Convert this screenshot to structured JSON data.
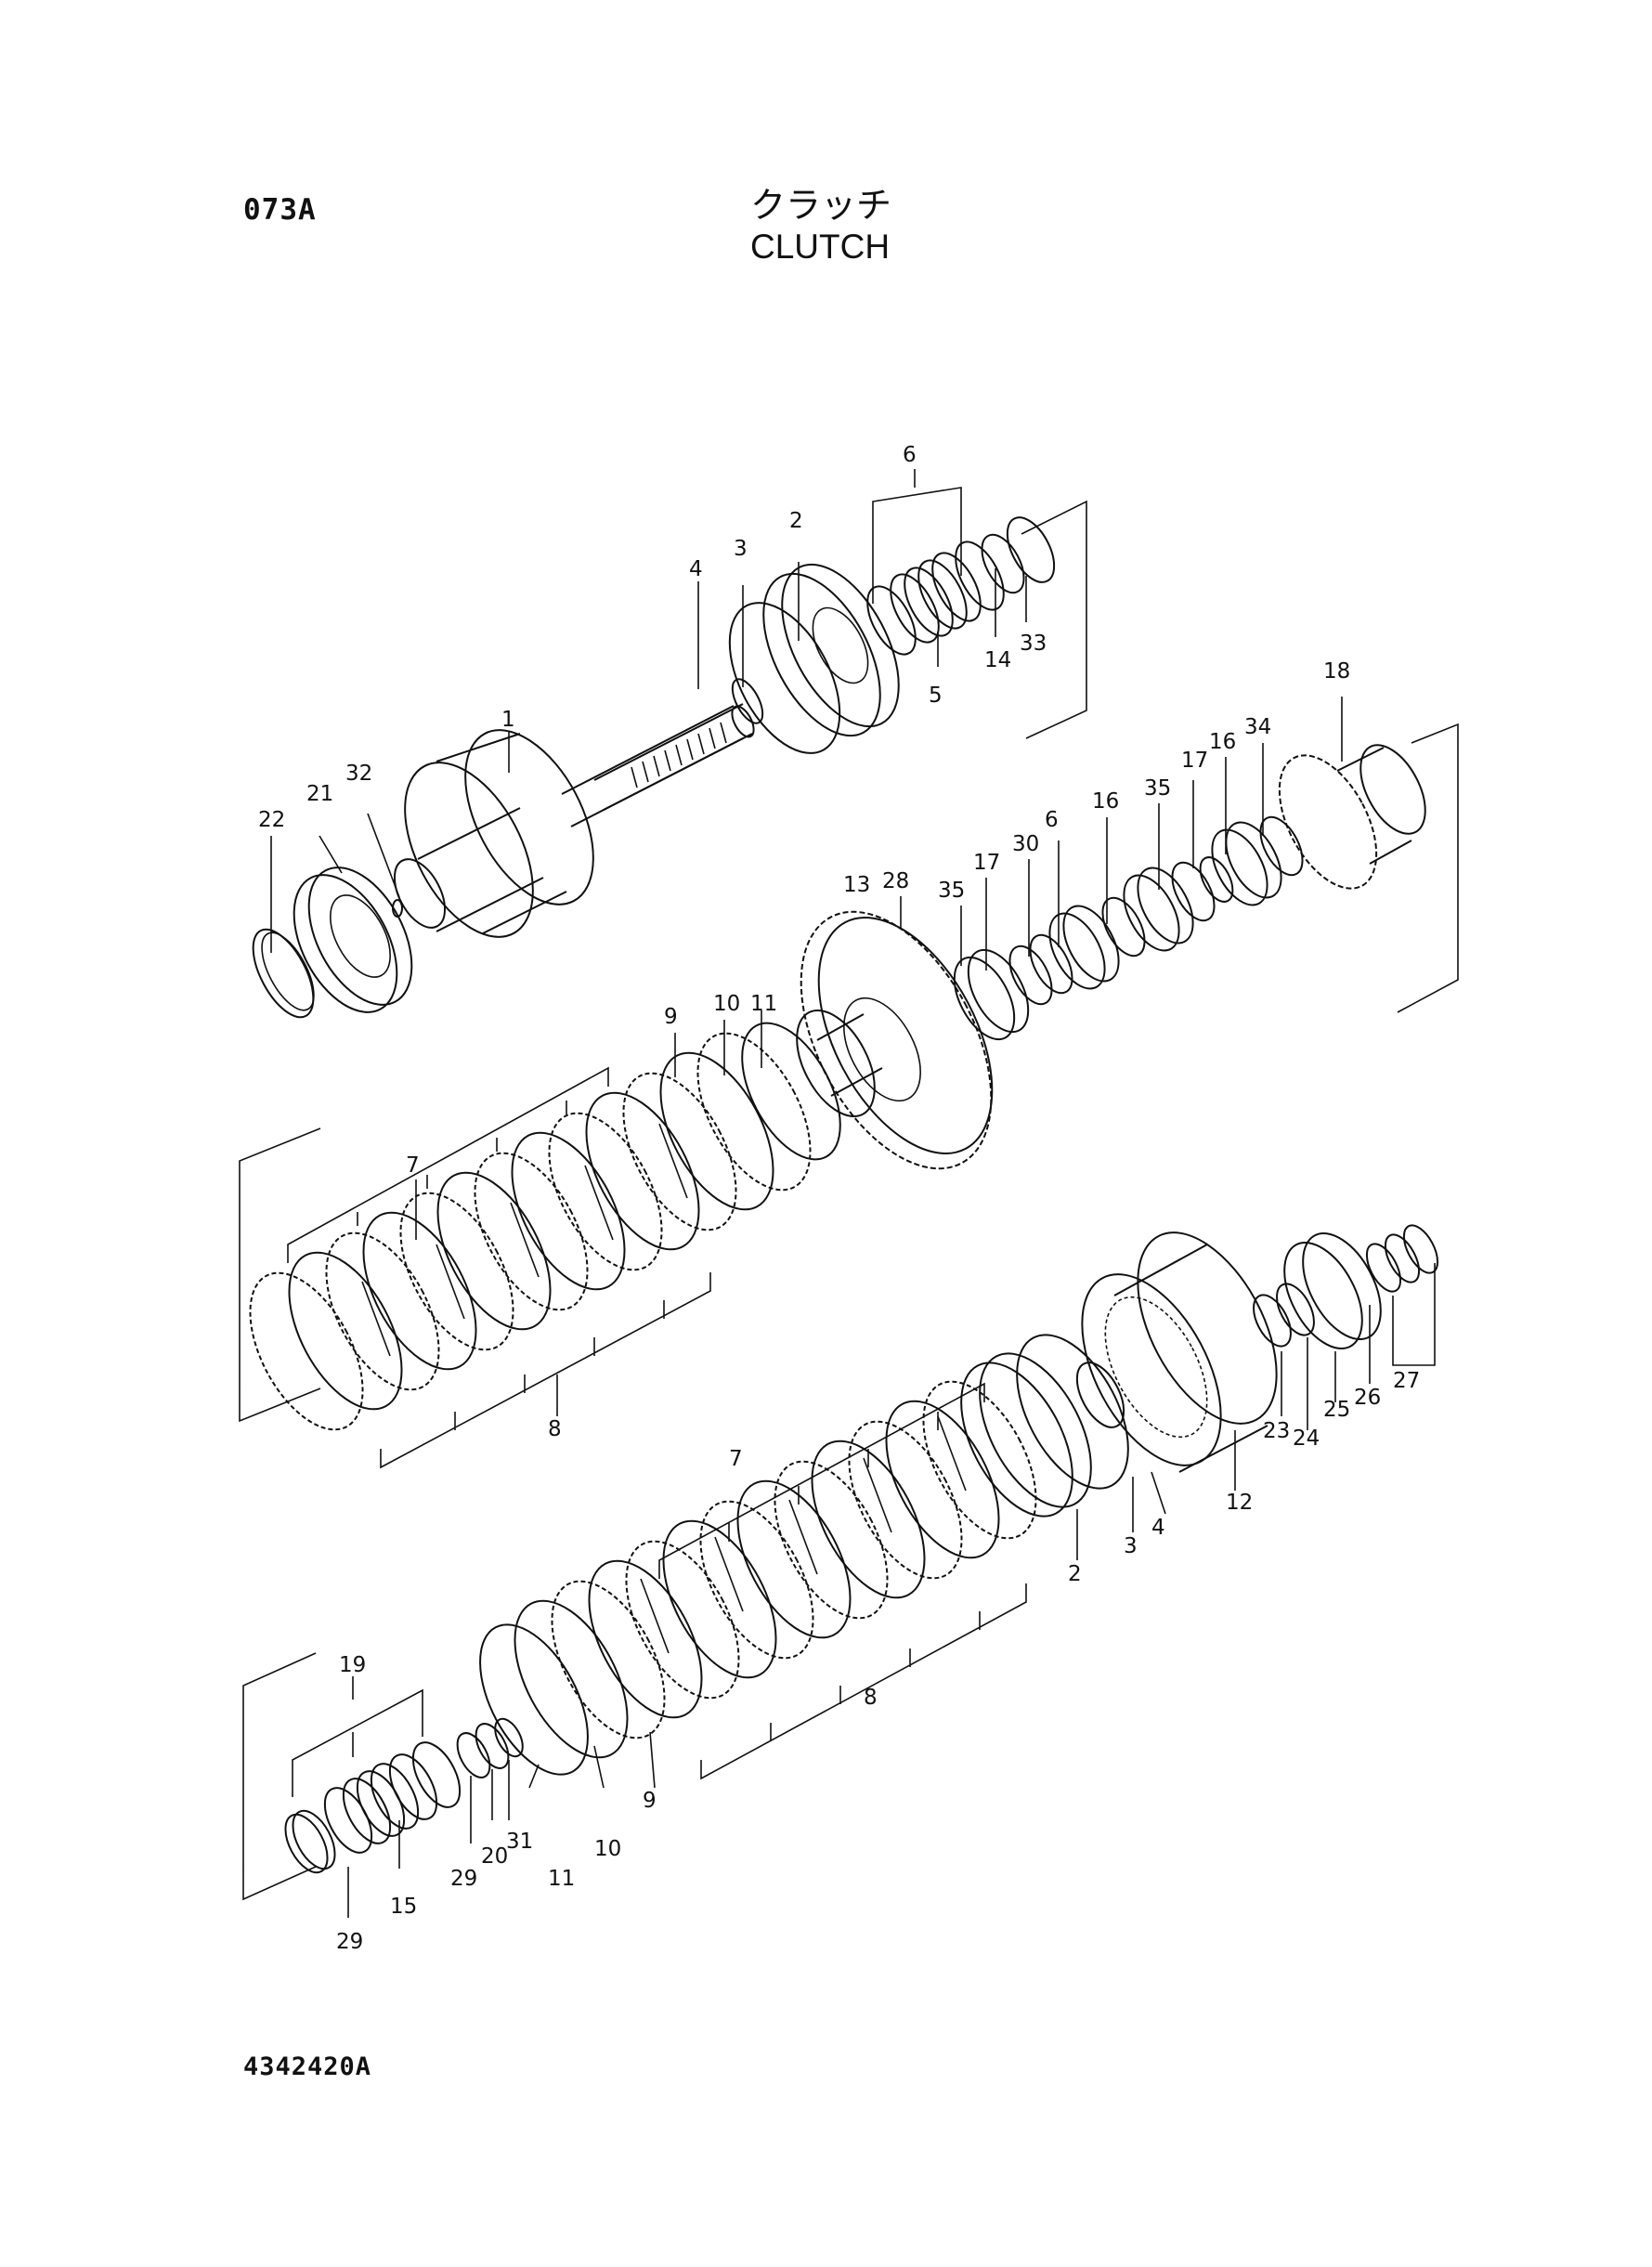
{
  "header": {
    "figure_code": "073A",
    "title_jp": "クラッチ",
    "title_en": "CLUTCH"
  },
  "footer": {
    "drawing_number": "4342420A"
  },
  "callouts": {
    "a": [
      {
        "id": "c6a",
        "label": "6"
      },
      {
        "id": "c3a",
        "label": "3"
      },
      {
        "id": "c2a",
        "label": "2"
      },
      {
        "id": "c4a",
        "label": "4"
      },
      {
        "id": "c14",
        "label": "14"
      },
      {
        "id": "c33",
        "label": "33"
      },
      {
        "id": "c5",
        "label": "5"
      },
      {
        "id": "c1",
        "label": "1"
      },
      {
        "id": "c32",
        "label": "32"
      },
      {
        "id": "c21",
        "label": "21"
      },
      {
        "id": "c22",
        "label": "22"
      }
    ],
    "b": [
      {
        "id": "c18",
        "label": "18"
      },
      {
        "id": "c34",
        "label": "34"
      },
      {
        "id": "c16a",
        "label": "16"
      },
      {
        "id": "c17a",
        "label": "17"
      },
      {
        "id": "c35a",
        "label": "35"
      },
      {
        "id": "c16b",
        "label": "16"
      },
      {
        "id": "c6b",
        "label": "6"
      },
      {
        "id": "c30",
        "label": "30"
      },
      {
        "id": "c17b",
        "label": "17"
      },
      {
        "id": "c35b",
        "label": "35"
      },
      {
        "id": "c28",
        "label": "28"
      },
      {
        "id": "c13",
        "label": "13"
      }
    ],
    "c": [
      {
        "id": "c11a",
        "label": "11"
      },
      {
        "id": "c10a",
        "label": "10"
      },
      {
        "id": "c9a",
        "label": "9"
      },
      {
        "id": "c7a",
        "label": "7"
      },
      {
        "id": "c8a",
        "label": "8"
      }
    ],
    "d": [
      {
        "id": "c23",
        "label": "23"
      },
      {
        "id": "c24",
        "label": "24"
      },
      {
        "id": "c25",
        "label": "25"
      },
      {
        "id": "c26",
        "label": "26"
      },
      {
        "id": "c27",
        "label": "27"
      },
      {
        "id": "c12",
        "label": "12"
      },
      {
        "id": "c4b",
        "label": "4"
      },
      {
        "id": "c3b",
        "label": "3"
      },
      {
        "id": "c2b",
        "label": "2"
      },
      {
        "id": "c7b",
        "label": "7"
      },
      {
        "id": "c8b",
        "label": "8"
      },
      {
        "id": "c9b",
        "label": "9"
      },
      {
        "id": "c10b",
        "label": "10"
      },
      {
        "id": "c11b",
        "label": "11"
      }
    ],
    "e": [
      {
        "id": "c19",
        "label": "19"
      },
      {
        "id": "c31",
        "label": "31"
      },
      {
        "id": "c20",
        "label": "20"
      },
      {
        "id": "c29a",
        "label": "29"
      },
      {
        "id": "c15",
        "label": "15"
      },
      {
        "id": "c29b",
        "label": "29"
      }
    ]
  }
}
